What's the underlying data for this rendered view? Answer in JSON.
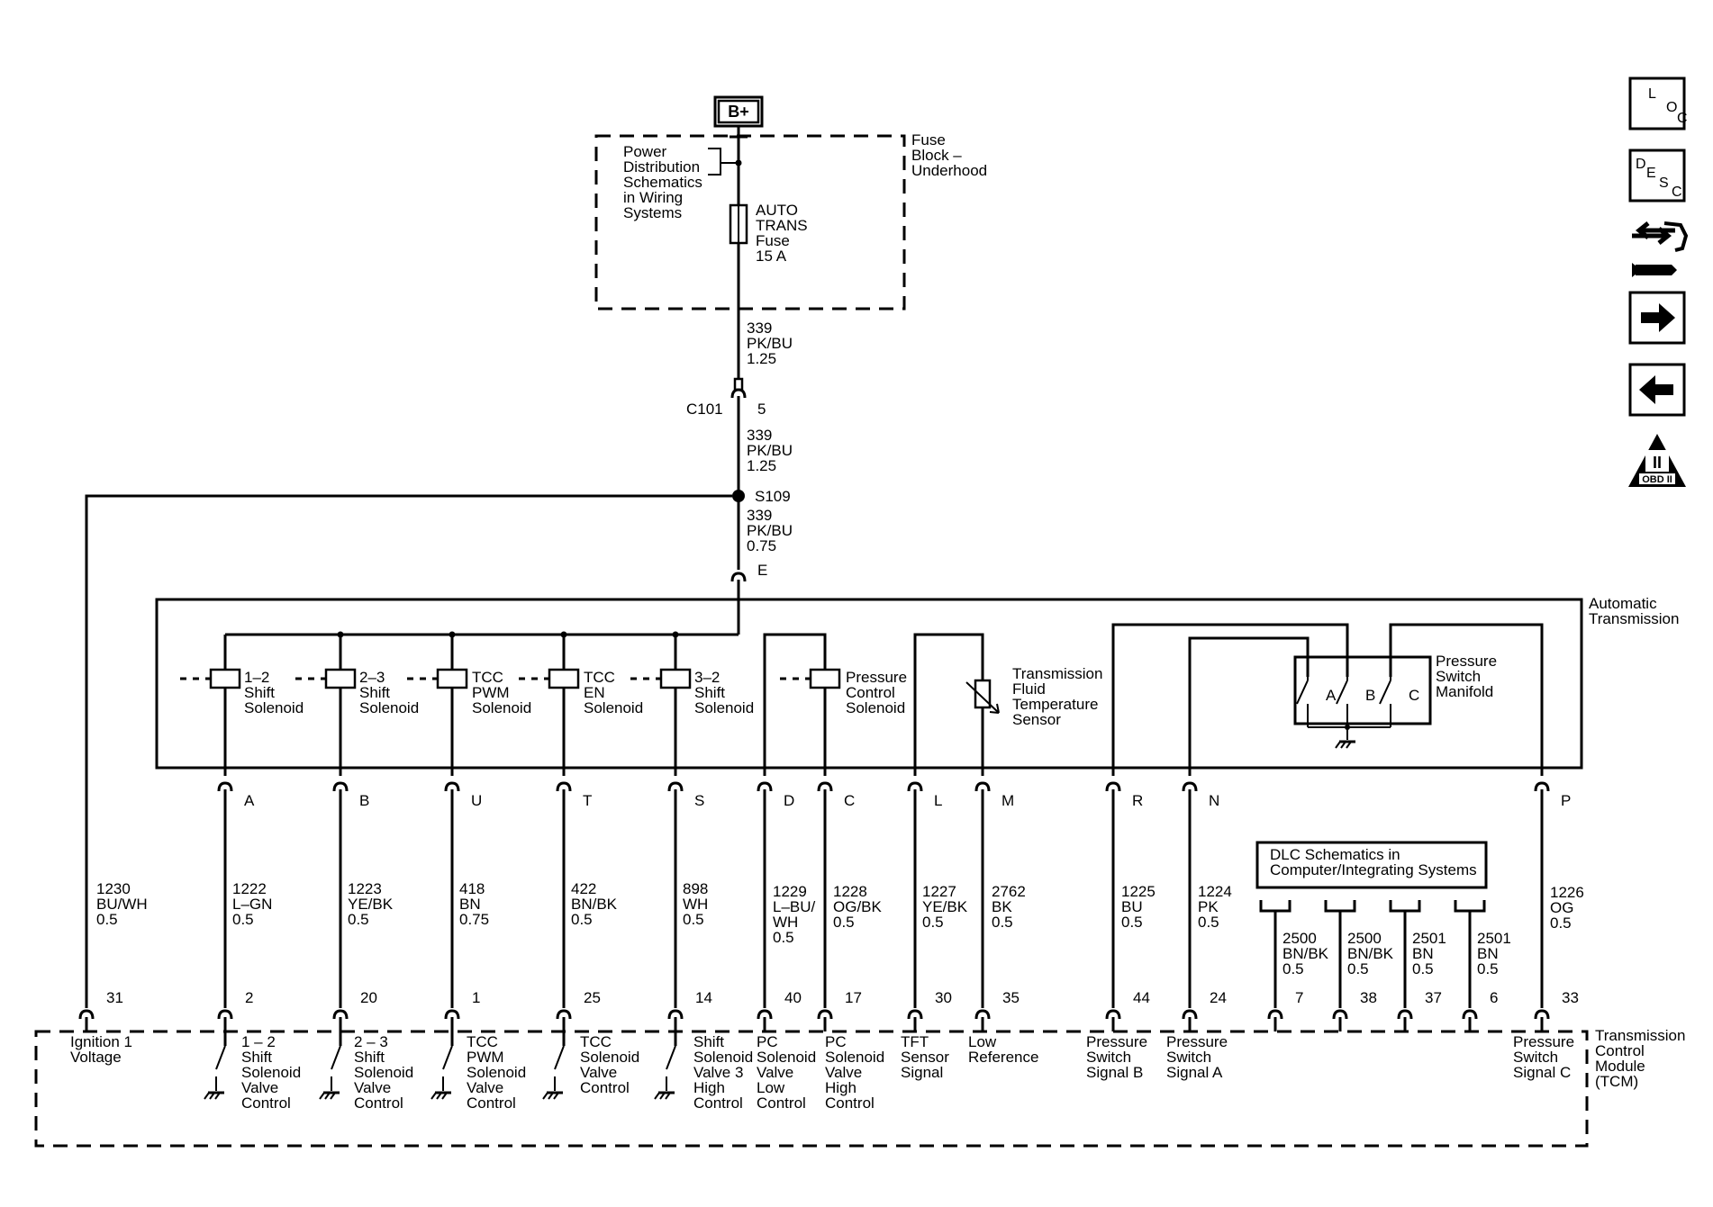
{
  "power": {
    "source_label": "B+",
    "fuse_block_label": [
      "Fuse",
      "Block –",
      "Underhood"
    ],
    "power_dist_label": [
      "Power",
      "Distribution",
      "Schematics",
      "in Wiring",
      "Systems"
    ],
    "fuse_label": [
      "AUTO",
      "TRANS",
      "Fuse",
      "15 A"
    ]
  },
  "feed": {
    "wire_a": [
      "339",
      "PK/BU",
      "1.25"
    ],
    "connector_name": "C101",
    "connector_pin": "5",
    "wire_b": [
      "339",
      "PK/BU",
      "1.25"
    ],
    "splice_name": "S109",
    "wire_c": [
      "339",
      "PK/BU",
      "0.75"
    ],
    "pin_e": "E"
  },
  "transmission_label": [
    "Automatic",
    "Transmission"
  ],
  "solenoids": [
    {
      "label": [
        "1–2",
        "Shift",
        "Solenoid"
      ]
    },
    {
      "label": [
        "2–3",
        "Shift",
        "Solenoid"
      ]
    },
    {
      "label": [
        "TCC",
        "PWM",
        "Solenoid"
      ]
    },
    {
      "label": [
        "TCC",
        "EN",
        "Solenoid"
      ]
    },
    {
      "label": [
        "3–2",
        "Shift",
        "Solenoid"
      ]
    },
    {
      "label": [
        "Pressure",
        "Control",
        "Solenoid"
      ]
    }
  ],
  "tft_label": [
    "Transmission",
    "Fluid",
    "Temperature",
    "Sensor"
  ],
  "manifold": {
    "label": [
      "Pressure",
      "Switch",
      "Manifold"
    ],
    "switches": [
      "A",
      "B",
      "C"
    ]
  },
  "dlc_label": [
    "DLC Schematics in",
    "Computer/Integrating Systems"
  ],
  "tcm_label": [
    "Transmission",
    "Control",
    "Module",
    "(TCM)"
  ],
  "circuits": [
    {
      "trans_pin": "",
      "wire": [
        "1230",
        "BU/WH",
        "0.5"
      ],
      "tcm_pin": "31",
      "tcm_label": [
        "Ignition 1",
        "Voltage"
      ]
    },
    {
      "trans_pin": "A",
      "wire": [
        "1222",
        "L–GN",
        "0.5"
      ],
      "tcm_pin": "2",
      "tcm_label": [
        "1 – 2",
        "Shift",
        "Solenoid",
        "Valve",
        "Control"
      ]
    },
    {
      "trans_pin": "B",
      "wire": [
        "1223",
        "YE/BK",
        "0.5"
      ],
      "tcm_pin": "20",
      "tcm_label": [
        "2 – 3",
        "Shift",
        "Solenoid",
        "Valve",
        "Control"
      ]
    },
    {
      "trans_pin": "U",
      "wire": [
        "418",
        "BN",
        "0.75"
      ],
      "tcm_pin": "1",
      "tcm_label": [
        "TCC",
        "PWM",
        "Solenoid",
        "Valve",
        "Control"
      ]
    },
    {
      "trans_pin": "T",
      "wire": [
        "422",
        "BN/BK",
        "0.5"
      ],
      "tcm_pin": "25",
      "tcm_label": [
        "TCC",
        "Solenoid",
        "Valve",
        "Control"
      ]
    },
    {
      "trans_pin": "S",
      "wire": [
        "898",
        "WH",
        "0.5"
      ],
      "tcm_pin": "14",
      "tcm_label": [
        "Shift",
        "Solenoid",
        "Valve 3",
        "High",
        "Control"
      ]
    },
    {
      "trans_pin": "D",
      "wire": [
        "1229",
        "L–BU/",
        "WH",
        "0.5"
      ],
      "tcm_pin": "40",
      "tcm_label": [
        "PC",
        "Solenoid",
        "Valve",
        "Low",
        "Control"
      ]
    },
    {
      "trans_pin": "C",
      "wire": [
        "1228",
        "OG/BK",
        "0.5"
      ],
      "tcm_pin": "17",
      "tcm_label": [
        "PC",
        "Solenoid",
        "Valve",
        "High",
        "Control"
      ]
    },
    {
      "trans_pin": "L",
      "wire": [
        "1227",
        "YE/BK",
        "0.5"
      ],
      "tcm_pin": "30",
      "tcm_label": [
        "TFT",
        "Sensor",
        "Signal"
      ]
    },
    {
      "trans_pin": "M",
      "wire": [
        "2762",
        "BK",
        "0.5"
      ],
      "tcm_pin": "35",
      "tcm_label": [
        "Low",
        "Reference"
      ]
    },
    {
      "trans_pin": "R",
      "wire": [
        "1225",
        "BU",
        "0.5"
      ],
      "tcm_pin": "44",
      "tcm_label": [
        "Pressure",
        "Switch",
        "Signal B"
      ]
    },
    {
      "trans_pin": "N",
      "wire": [
        "1224",
        "PK",
        "0.5"
      ],
      "tcm_pin": "24",
      "tcm_label": [
        "Pressure",
        "Switch",
        "Signal A"
      ]
    },
    {
      "trans_pin": "P",
      "wire": [
        "1226",
        "OG",
        "0.5"
      ],
      "tcm_pin": "33",
      "tcm_label": [
        "Pressure",
        "Switch",
        "Signal C"
      ]
    }
  ],
  "dlc_circuits": [
    {
      "wire": [
        "2500",
        "BN/BK",
        "0.5"
      ],
      "tcm_pin": "7"
    },
    {
      "wire": [
        "2500",
        "BN/BK",
        "0.5"
      ],
      "tcm_pin": "38"
    },
    {
      "wire": [
        "2501",
        "BN",
        "0.5"
      ],
      "tcm_pin": "37"
    },
    {
      "wire": [
        "2501",
        "BN",
        "0.5"
      ],
      "tcm_pin": "6"
    }
  ],
  "nav_icons": [
    {
      "name": "loc-icon",
      "glyphs": [
        "L",
        "O",
        "C"
      ]
    },
    {
      "name": "desc-icon",
      "glyphs": [
        "D",
        "E",
        "S",
        "C"
      ]
    },
    {
      "name": "diagnostic-tool-icon"
    },
    {
      "name": "next-arrow-icon"
    },
    {
      "name": "previous-arrow-icon"
    },
    {
      "name": "obd-ii-icon",
      "glyphs": [
        "II",
        "OBD II"
      ]
    }
  ]
}
